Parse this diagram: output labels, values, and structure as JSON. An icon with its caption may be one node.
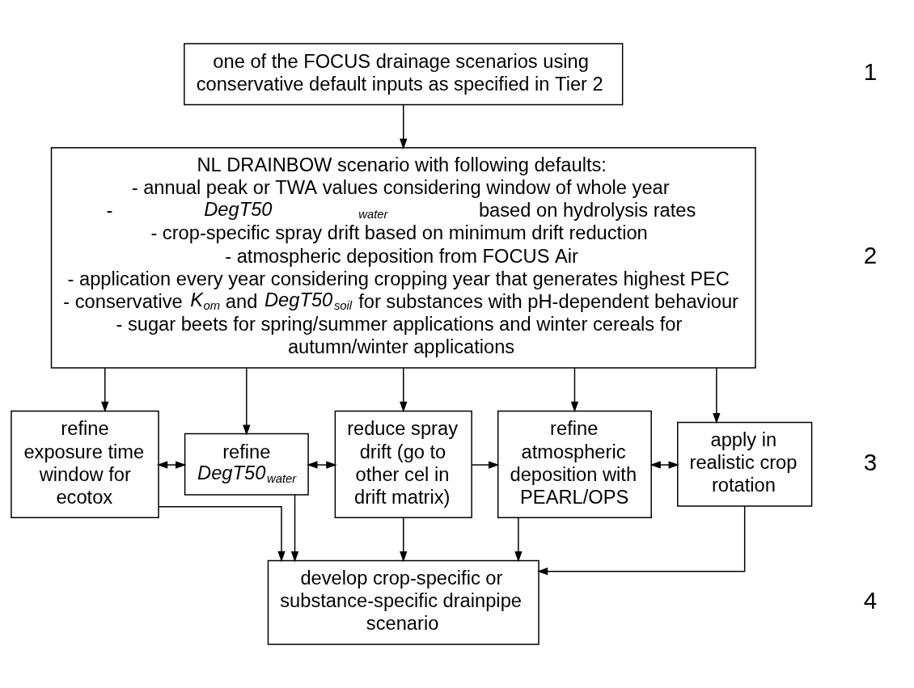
{
  "diagram": {
    "nodes": [
      {
        "text": [
          "one of the FOCUS drainage scenarios using conservative default inputs as specified in Tier 2"
        ]
      },
      {
        "text": [
          "NL DRAINBOW scenario with following defaults:",
          "- annual peak or TWA values considering window of whole year",
          "- *DegT50*$_{water}$ based on hydrolysis rates",
          "- crop-specific spray drift based on minimum drift reduction",
          "- atmospheric deposition from FOCUS Air",
          "- application every year considering cropping year that generates highest PEC",
          "- conservative *K*$_{om}$ and *DegT50*$_{soil}$ for substances with pH-dependent behaviour",
          "- sugar beets for spring/summer applications and winter cereals for autumn/winter applications"
        ]
      },
      {
        "text": [
          "refine exposure time window for ecotox"
        ]
      },
      {
        "text": [
          "refine *DegT50*$_{water}$"
        ]
      },
      {
        "text": [
          "reduce spray drift (go to other cel in drift matrix)"
        ]
      },
      {
        "text": [
          "refine atmospheric deposition with PEARL/OPS"
        ]
      },
      {
        "text": [
          "apply in realistic crop rotation"
        ]
      },
      {
        "text": [
          "develop crop-specific or substance-specific drainpipe scenario"
        ]
      }
    ],
    "edges": [
      {
        "from": 0,
        "to": 1,
        "arrow": "to"
      },
      {
        "from": 1,
        "to": 2,
        "arrow": "to"
      },
      {
        "from": 1,
        "to": 3,
        "arrow": "to"
      },
      {
        "from": 1,
        "to": 4,
        "arrow": "to"
      },
      {
        "from": 1,
        "to": 5,
        "arrow": "to"
      },
      {
        "from": 1,
        "to": 6,
        "arrow": "to"
      },
      {
        "from": 2,
        "to": 3,
        "arrow": "both"
      },
      {
        "from": 3,
        "to": 4,
        "arrow": "both"
      },
      {
        "from": 4,
        "to": 5,
        "arrow": "to"
      },
      {
        "from": 5,
        "to": 6,
        "arrow": "both"
      },
      {
        "from": 2,
        "to": 7,
        "arrow": "to"
      },
      {
        "from": 3,
        "to": 7,
        "arrow": "to"
      },
      {
        "from": 4,
        "to": 7,
        "arrow": "to"
      },
      {
        "from": 5,
        "to": 7,
        "arrow": "to"
      },
      {
        "from": 6,
        "to": 7,
        "arrow": "to"
      }
    ],
    "labels": [
      "1",
      "2",
      "3",
      "4"
    ]
  }
}
